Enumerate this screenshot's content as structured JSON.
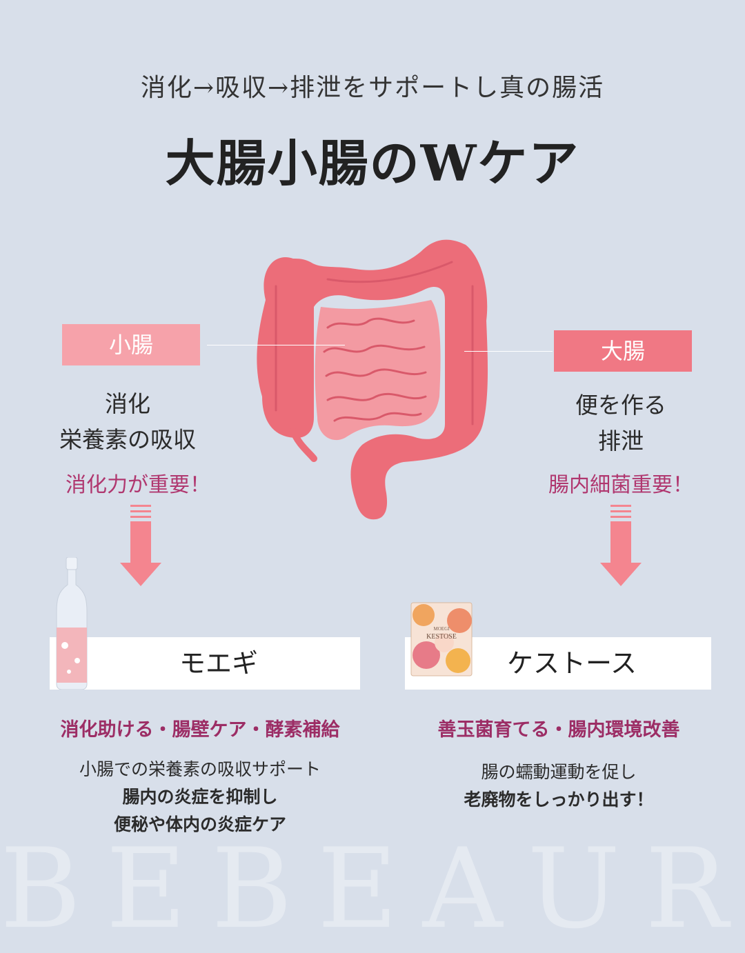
{
  "header": {
    "subtitle": "消化→吸収→排泄をサポートし真の腸活",
    "title": "大腸小腸のWケア"
  },
  "small_intestine": {
    "label": "小腸",
    "functions": [
      "消化",
      "栄養素の吸収"
    ],
    "key_point": "消化力が重要！"
  },
  "large_intestine": {
    "label": "大腸",
    "functions": [
      "便を作る",
      "排泄"
    ],
    "key_point": "腸内細菌重要！"
  },
  "products": [
    {
      "name": "モエギ",
      "benefits": "消化助ける・腸壁ケア・酵素補給",
      "description": [
        "小腸での栄養素の吸収サポート",
        "腸内の炎症を抑制し",
        "便秘や体内の炎症ケア"
      ]
    },
    {
      "name": "ケストース",
      "benefits": "善玉菌育てる・腸内環境改善",
      "description": [
        "腸の蠕動運動を促し",
        "老廃物をしっかり出す！"
      ],
      "package_text": [
        "MOEGI",
        "KESTOSE"
      ]
    }
  ],
  "watermark": "BEBEAURA",
  "colors": {
    "background": "#d8dfea",
    "small_label": "#f6a2aa",
    "large_label": "#f07884",
    "accent_text": "#b0376f",
    "arrow": "#f4858f",
    "intestine_large": "#ec6d79",
    "intestine_small": "#f39aa2"
  },
  "icons": [
    "intestine-illustration",
    "down-arrow-icon",
    "bottle-image",
    "sachet-image"
  ]
}
